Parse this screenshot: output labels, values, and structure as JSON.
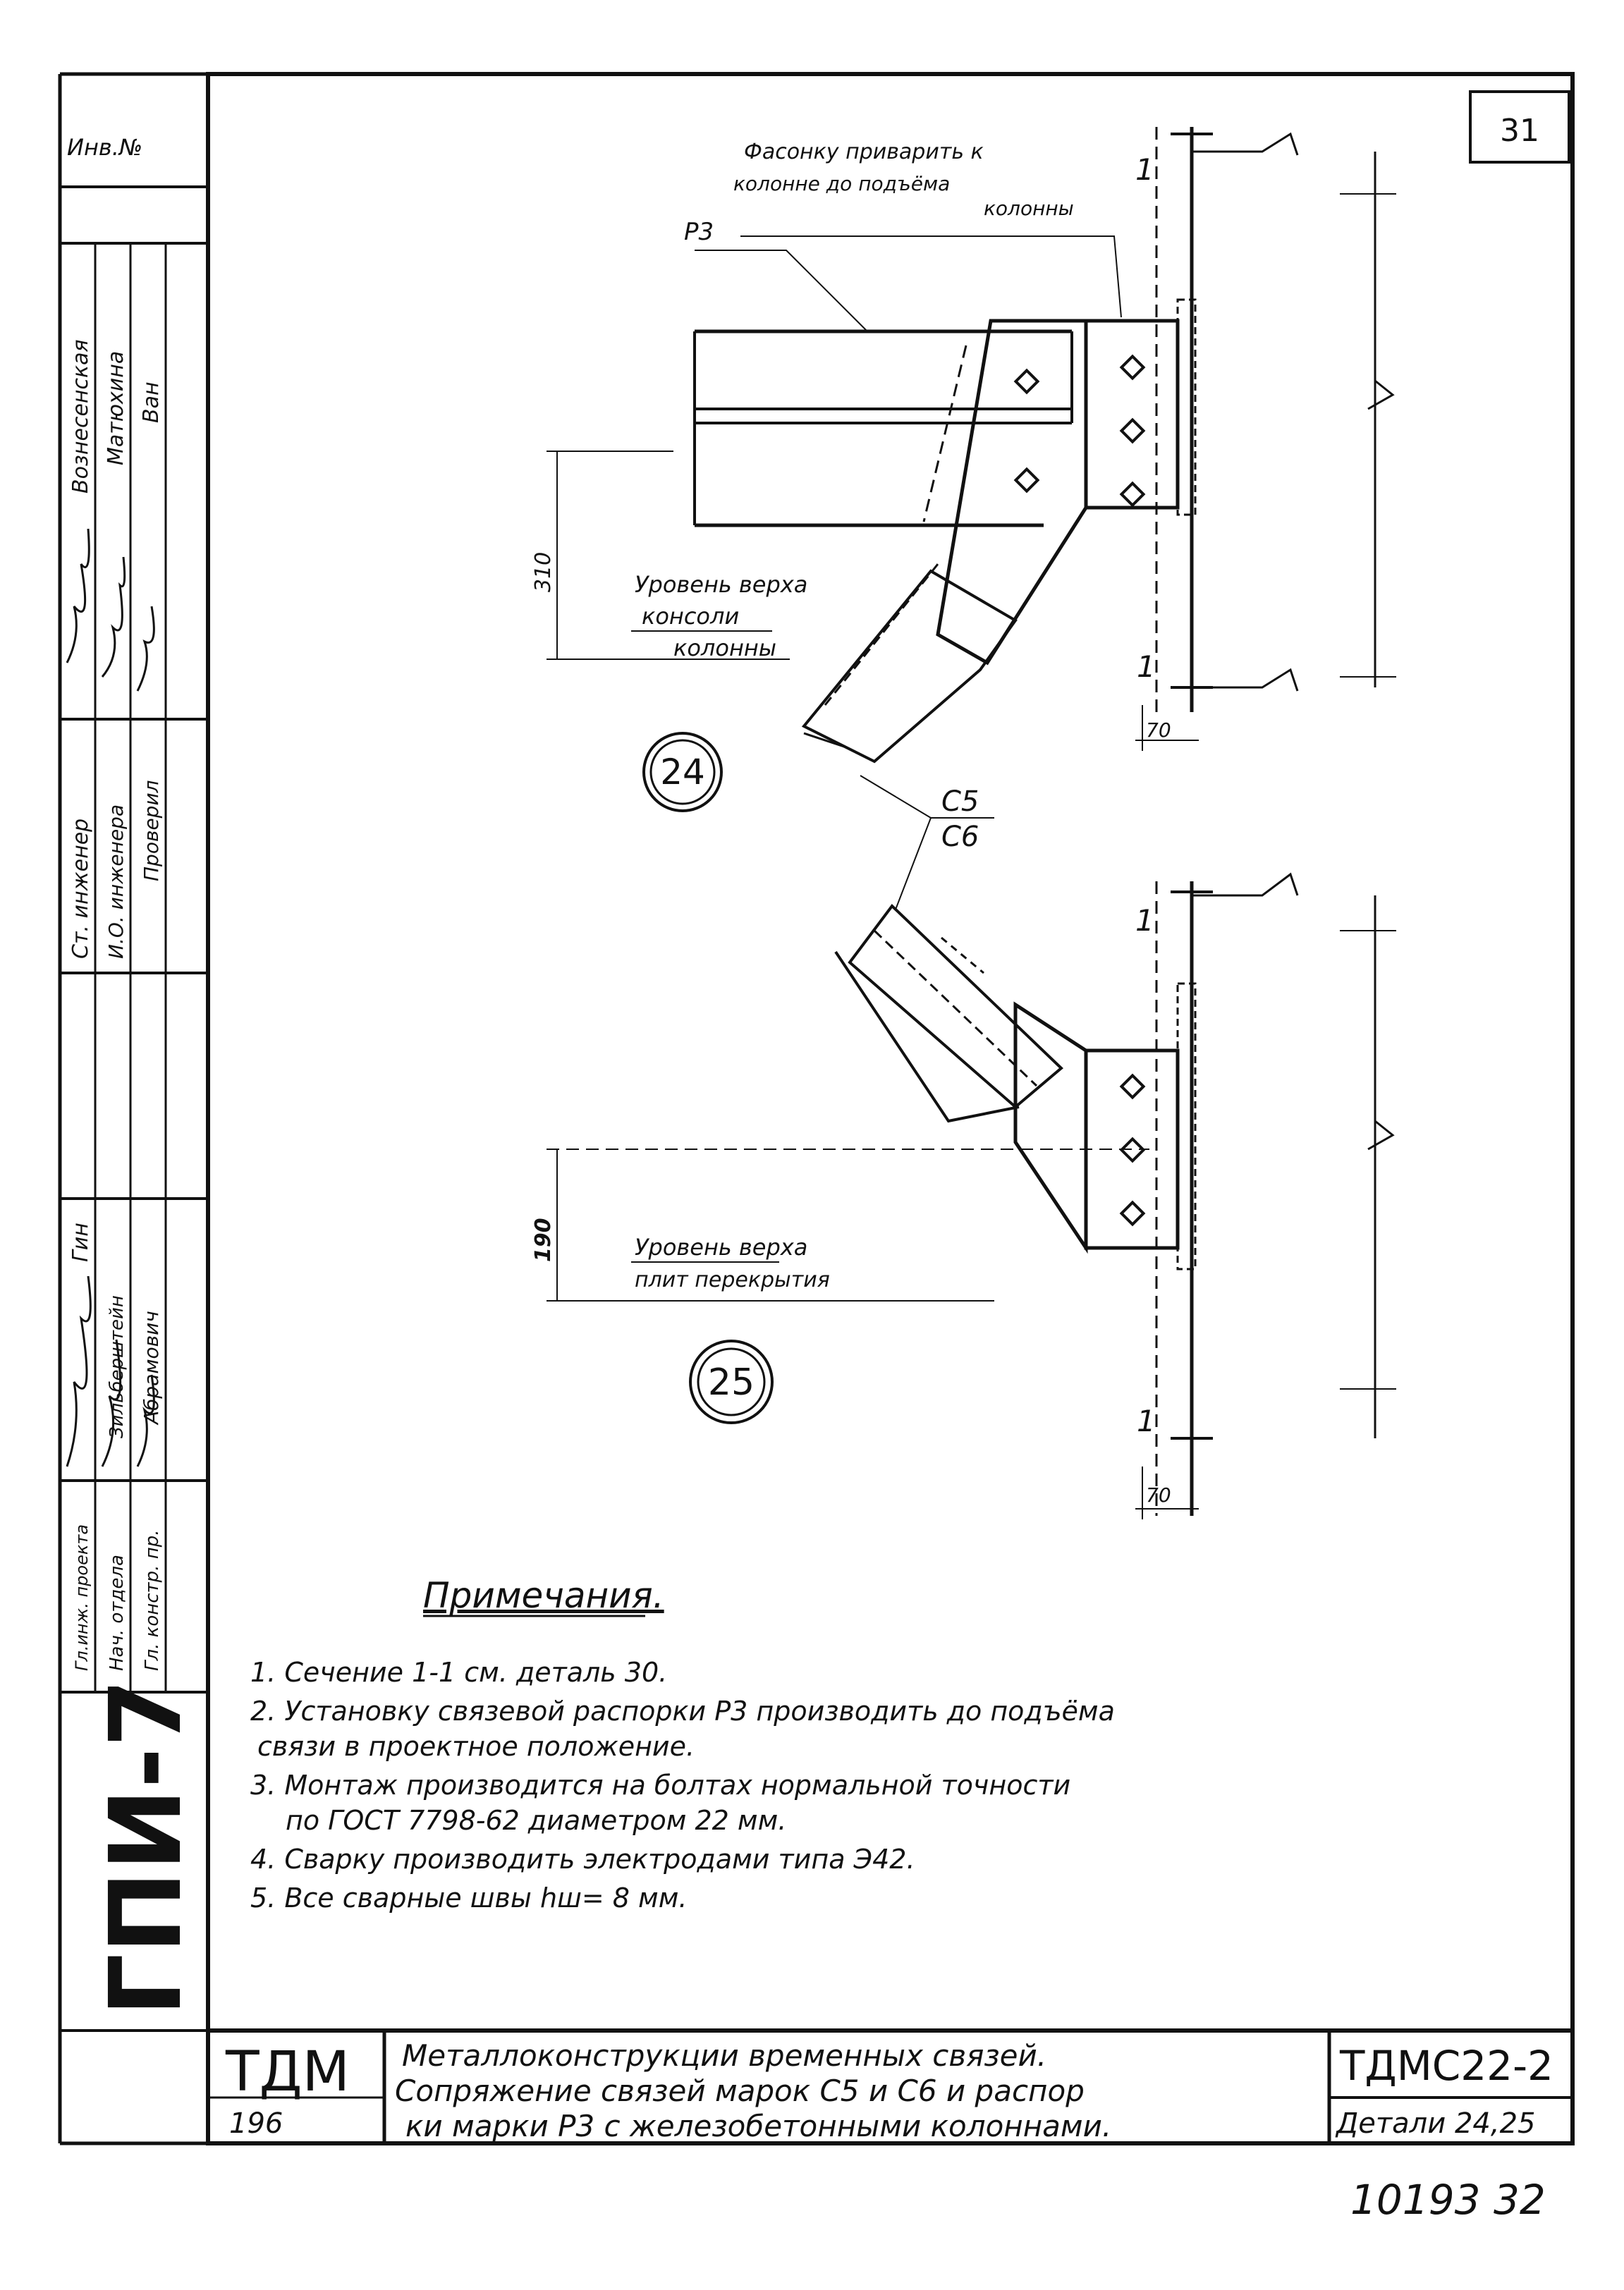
{
  "sheet": {
    "number": "31",
    "archive_number": "10193 32",
    "side_code": "ГПИ-7"
  },
  "side_stamp": {
    "inv_label": "Инв.№",
    "roles": [
      "Гл.инж. проекта",
      "Нач. отдела",
      "Гл. констр. пр.",
      "Ст. инженер",
      "И.О. инженера",
      "Проверил"
    ],
    "names": [
      "Гин",
      "Зильберштейн",
      "Абрамович",
      "Вознесенская",
      "Матюхина",
      "Ван"
    ]
  },
  "detail_24": {
    "number": "24",
    "note_gusset": [
      "Фасонку приварить к",
      "колонне до подъёма",
      "колонны"
    ],
    "label_strut": "Р3",
    "dimension_310": "310",
    "level_label": [
      "Уровень верха",
      "консоли",
      "колонны"
    ],
    "section_mark": "1",
    "dimension_70": "70"
  },
  "brace_label": {
    "top": "С5",
    "bottom": "С6"
  },
  "detail_25": {
    "number": "25",
    "dimension_190": "190",
    "level_label": [
      "Уровень верха",
      "плит перекрытия"
    ],
    "section_mark": "1",
    "dimension_70": "70"
  },
  "notes": {
    "title": "Примечания.",
    "items": [
      "1. Сечение 1-1 см. деталь 30.",
      "2. Установку связевой распорки Р3  производить до подъёма",
      "связи в проектное положение.",
      "3. Монтаж  производится на болтах нормальной точности",
      "по ГОСТ 7798-62  диаметром 22 мм.",
      "4. Сварку  производить электродами типа Э42.",
      "5. Все  сварные  швы  hш= 8 мм."
    ]
  },
  "title_block": {
    "org": "ТДМ",
    "org_number": "196",
    "title_lines": [
      "Металлоконструкции временных связей.",
      "Сопряжение связей марок С5 и С6 и распор",
      "ки марки Р3 с железобетонными колоннами."
    ],
    "code": "ТДМС22-2",
    "details": "Детали 24,25"
  }
}
